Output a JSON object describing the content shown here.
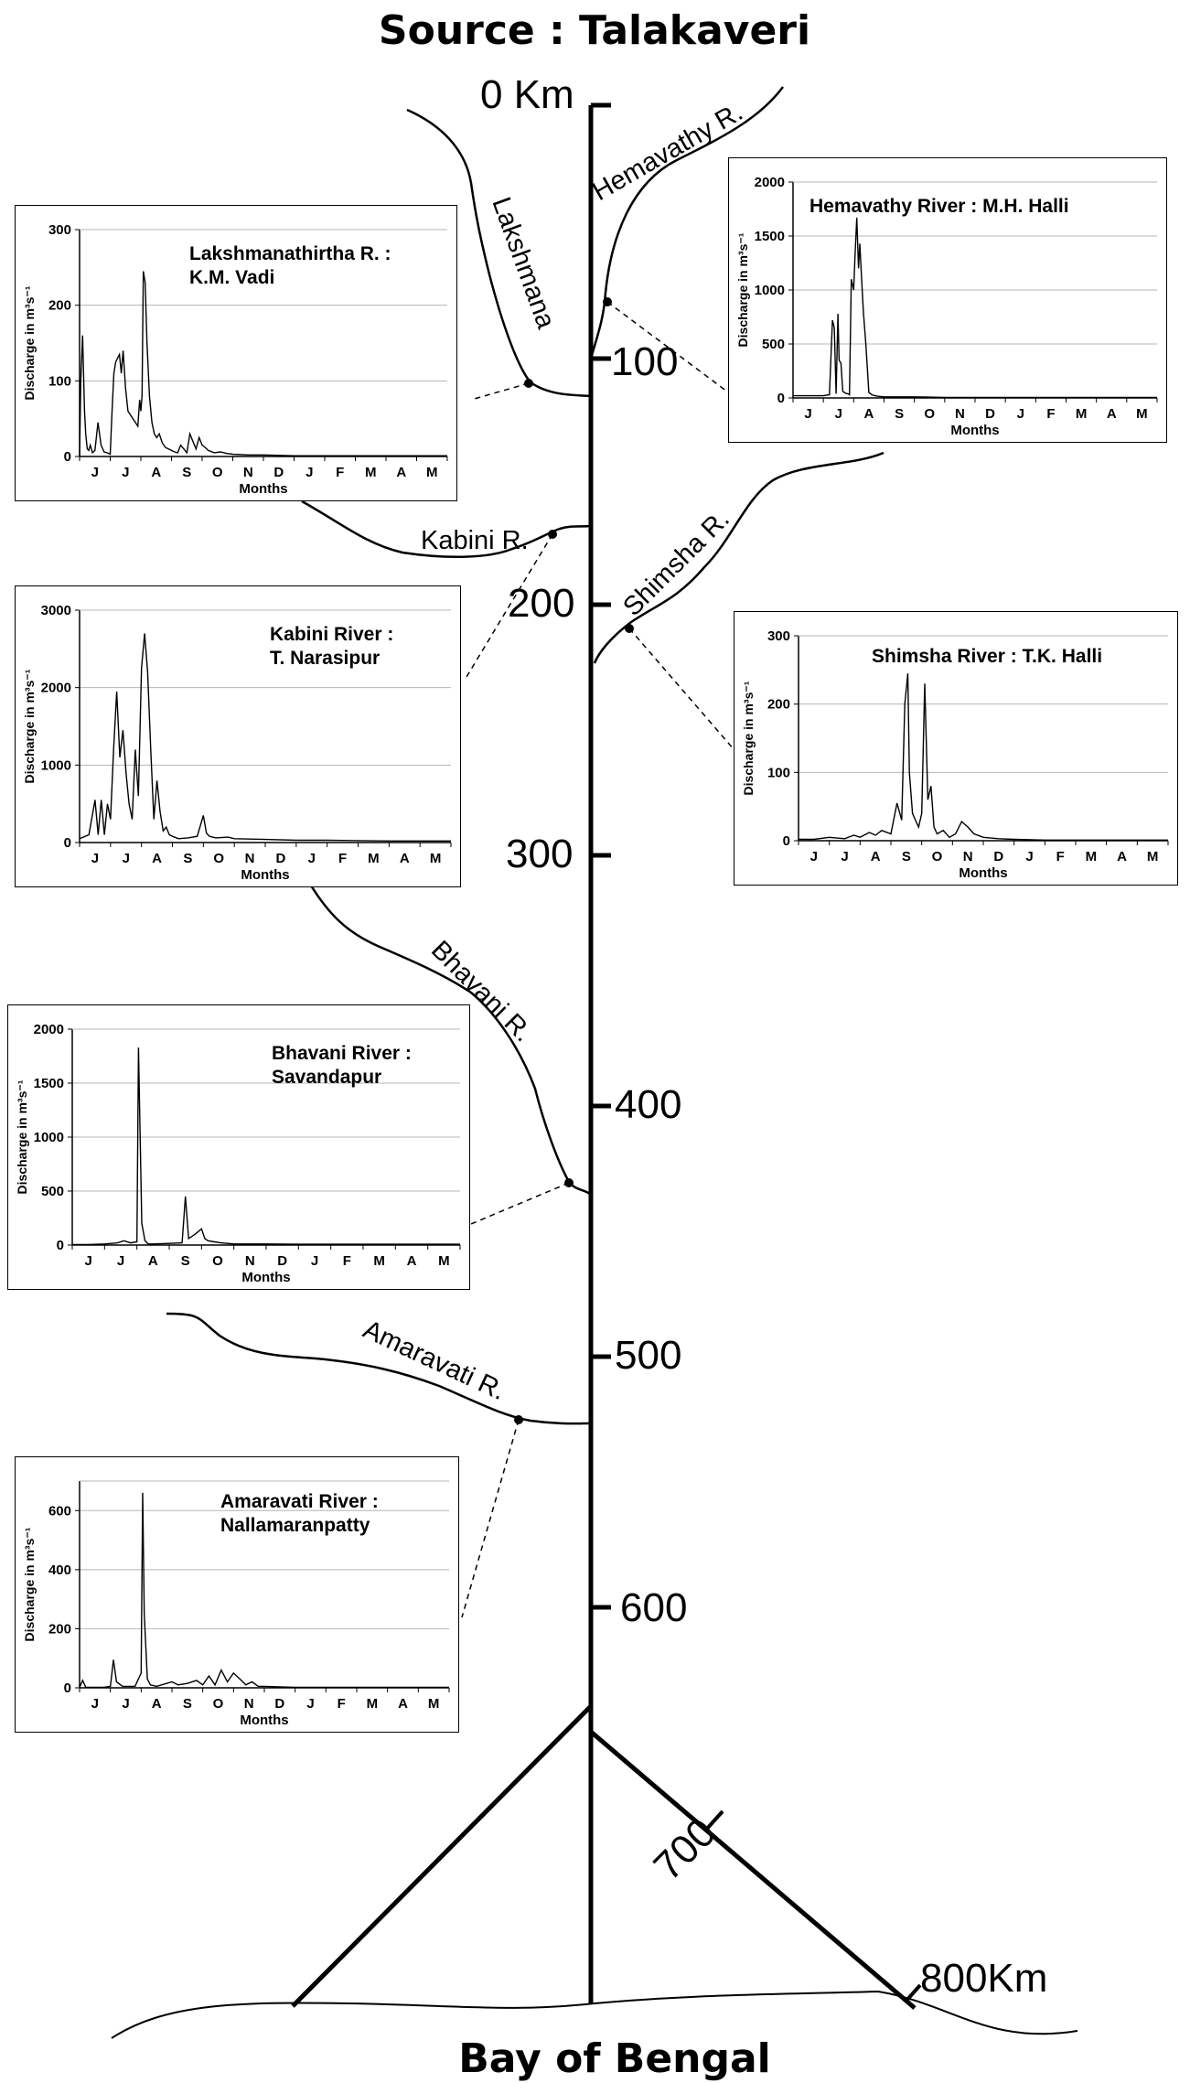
{
  "title": "Source : Talakaveri",
  "footer": "Bay of Bengal",
  "distance_labels": [
    "0 Km",
    "100",
    "200",
    "300",
    "400",
    "500",
    "600",
    "700",
    "800Km"
  ],
  "rivers": {
    "hemavathy": "Hemavathy R.",
    "lakshmana": "Lakshmana",
    "kabini": "Kabini R.",
    "shimsha": "Shimsha R.",
    "bhavani": "Bhavani R.",
    "amaravati": "Amaravati R."
  },
  "chart_data": [
    {
      "id": "lakshmana",
      "type": "line",
      "title": "Lakshmanathirtha R. :\nK.M. Vadi",
      "ylabel": "Discharge in m³s⁻¹",
      "xlabel": "Months",
      "categories": [
        "J",
        "J",
        "A",
        "S",
        "O",
        "N",
        "D",
        "J",
        "F",
        "M",
        "A",
        "M"
      ],
      "ylim": [
        0,
        300
      ],
      "yticks": [
        0,
        100,
        200,
        300
      ],
      "grid": true,
      "x": [
        0,
        0.04,
        0.1,
        0.16,
        0.2,
        0.25,
        0.3,
        0.35,
        0.42,
        0.5,
        0.6,
        0.7,
        0.8,
        0.9,
        1.0,
        1.06,
        1.12,
        1.18,
        1.24,
        1.3,
        1.36,
        1.42,
        1.5,
        1.58,
        1.66,
        1.74,
        1.82,
        1.9,
        1.96,
        2.0,
        2.04,
        2.08,
        2.14,
        2.2,
        2.28,
        2.36,
        2.44,
        2.52,
        2.6,
        2.7,
        2.8,
        2.9,
        3.0,
        3.1,
        3.2,
        3.3,
        3.4,
        3.5,
        3.6,
        3.7,
        3.8,
        3.9,
        4.0,
        4.1,
        4.2,
        4.4,
        4.6,
        4.8,
        5.0,
        5.5,
        6.0,
        7.0,
        8.0,
        9.0,
        10.0,
        11.0,
        12.0
      ],
      "values": [
        0,
        100,
        160,
        60,
        30,
        10,
        8,
        15,
        5,
        8,
        45,
        15,
        6,
        5,
        3,
        60,
        110,
        125,
        130,
        135,
        110,
        140,
        90,
        60,
        55,
        50,
        45,
        40,
        75,
        60,
        80,
        245,
        230,
        150,
        80,
        45,
        30,
        25,
        30,
        18,
        12,
        10,
        8,
        6,
        5,
        15,
        10,
        5,
        30,
        20,
        10,
        25,
        15,
        12,
        8,
        5,
        6,
        4,
        3,
        2,
        2,
        1,
        1,
        1,
        1,
        1,
        1
      ]
    },
    {
      "id": "hemavathy",
      "type": "line",
      "title": "Hemavathy River : M.H. Halli",
      "ylabel": "Discharge in m³s⁻¹",
      "xlabel": "Months",
      "categories": [
        "J",
        "J",
        "A",
        "S",
        "O",
        "N",
        "D",
        "J",
        "F",
        "M",
        "A",
        "M"
      ],
      "ylim": [
        0,
        2000
      ],
      "yticks": [
        0,
        500,
        1000,
        1500,
        2000
      ],
      "grid": true,
      "x": [
        0,
        0.5,
        1.0,
        1.2,
        1.3,
        1.36,
        1.42,
        1.48,
        1.52,
        1.58,
        1.64,
        1.7,
        1.76,
        1.8,
        1.86,
        1.92,
        2.0,
        2.04,
        2.1,
        2.16,
        2.2,
        2.26,
        2.32,
        2.4,
        2.5,
        2.6,
        2.7,
        2.8,
        3.0,
        3.5,
        4.0,
        5.0,
        6.0,
        7.0,
        8.0,
        9.0,
        10.0,
        11.0,
        12.0
      ],
      "values": [
        20,
        20,
        20,
        30,
        720,
        650,
        40,
        780,
        350,
        320,
        60,
        50,
        40,
        40,
        30,
        1100,
        1000,
        1300,
        1670,
        1200,
        1430,
        1100,
        800,
        500,
        50,
        30,
        20,
        15,
        10,
        10,
        10,
        5,
        5,
        5,
        5,
        5,
        5,
        5,
        5
      ]
    },
    {
      "id": "kabini",
      "type": "line",
      "title": "Kabini River :\nT. Narasipur",
      "ylabel": "Discharge in m³s⁻¹",
      "xlabel": "Months",
      "categories": [
        "J",
        "J",
        "A",
        "S",
        "O",
        "N",
        "D",
        "J",
        "F",
        "M",
        "A",
        "M"
      ],
      "ylim": [
        0,
        3000
      ],
      "yticks": [
        0,
        1000,
        2000,
        3000
      ],
      "grid": true,
      "x": [
        0,
        0.3,
        0.5,
        0.6,
        0.7,
        0.8,
        0.9,
        1.0,
        1.1,
        1.2,
        1.3,
        1.4,
        1.5,
        1.6,
        1.7,
        1.8,
        1.9,
        2.0,
        2.1,
        2.2,
        2.3,
        2.4,
        2.5,
        2.6,
        2.7,
        2.8,
        2.9,
        3.0,
        3.2,
        3.5,
        3.8,
        4.0,
        4.1,
        4.2,
        4.4,
        4.8,
        5.0,
        6.0,
        7.0,
        8.0,
        9.0,
        10.0,
        11.0,
        12.0
      ],
      "values": [
        50,
        100,
        550,
        100,
        550,
        100,
        500,
        300,
        1200,
        1950,
        1100,
        1450,
        900,
        500,
        300,
        1200,
        600,
        2250,
        2700,
        2200,
        1200,
        300,
        800,
        400,
        150,
        200,
        100,
        80,
        50,
        60,
        80,
        350,
        120,
        80,
        60,
        70,
        50,
        40,
        30,
        30,
        25,
        20,
        20,
        20
      ]
    },
    {
      "id": "shimsha",
      "type": "line",
      "title": "Shimsha River : T.K. Halli",
      "ylabel": "Discharge in m³s⁻¹",
      "xlabel": "Months",
      "categories": [
        "J",
        "J",
        "A",
        "S",
        "O",
        "N",
        "D",
        "J",
        "F",
        "M",
        "A",
        "M"
      ],
      "ylim": [
        0,
        300
      ],
      "yticks": [
        0,
        100,
        200,
        300
      ],
      "grid": true,
      "x": [
        0,
        0.5,
        1.0,
        1.5,
        1.8,
        2.0,
        2.3,
        2.5,
        2.7,
        3.0,
        3.2,
        3.35,
        3.45,
        3.55,
        3.6,
        3.7,
        3.8,
        3.9,
        4.0,
        4.1,
        4.2,
        4.3,
        4.4,
        4.5,
        4.7,
        4.9,
        5.1,
        5.3,
        5.5,
        5.7,
        6.0,
        6.5,
        7.0,
        8.0,
        9.0,
        10.0,
        11.0,
        12.0
      ],
      "values": [
        2,
        2,
        5,
        3,
        8,
        5,
        12,
        8,
        15,
        10,
        55,
        30,
        200,
        245,
        100,
        40,
        30,
        20,
        40,
        230,
        60,
        80,
        20,
        10,
        15,
        5,
        10,
        28,
        20,
        10,
        5,
        3,
        2,
        1,
        1,
        1,
        1,
        1
      ]
    },
    {
      "id": "bhavani",
      "type": "line",
      "title": "Bhavani River :\nSavandapur",
      "ylabel": "Discharge in m³s⁻¹",
      "xlabel": "Months",
      "categories": [
        "J",
        "J",
        "A",
        "S",
        "O",
        "N",
        "D",
        "J",
        "F",
        "M",
        "A",
        "M"
      ],
      "ylim": [
        0,
        2000
      ],
      "yticks": [
        0,
        500,
        1000,
        1500,
        2000
      ],
      "grid": true,
      "x": [
        0,
        0.5,
        1.0,
        1.4,
        1.6,
        1.8,
        2.0,
        2.05,
        2.15,
        2.25,
        2.35,
        2.5,
        3.0,
        3.4,
        3.5,
        3.6,
        3.8,
        4.0,
        4.1,
        4.2,
        4.4,
        4.6,
        4.8,
        5.0,
        6.0,
        7.0,
        8.0,
        9.0,
        10.0,
        11.0,
        12.0
      ],
      "values": [
        5,
        5,
        10,
        20,
        40,
        20,
        30,
        1830,
        200,
        40,
        10,
        10,
        15,
        20,
        450,
        60,
        100,
        150,
        60,
        40,
        30,
        20,
        15,
        10,
        10,
        8,
        8,
        8,
        8,
        8,
        8
      ]
    },
    {
      "id": "amaravati",
      "type": "line",
      "title": "Amaravati River :\nNallamaranpatty",
      "ylabel": "Discharge in m³s⁻¹",
      "xlabel": "Months",
      "categories": [
        "J",
        "J",
        "A",
        "S",
        "O",
        "N",
        "D",
        "J",
        "F",
        "M",
        "A",
        "M"
      ],
      "ylim": [
        0,
        700
      ],
      "yticks": [
        0,
        200,
        400,
        600
      ],
      "grid": true,
      "x": [
        0,
        0.1,
        0.2,
        0.4,
        0.8,
        1.0,
        1.1,
        1.2,
        1.4,
        1.6,
        1.8,
        2.0,
        2.05,
        2.1,
        2.2,
        2.3,
        2.5,
        3.0,
        3.2,
        3.5,
        3.8,
        4.0,
        4.2,
        4.4,
        4.6,
        4.8,
        5.0,
        5.2,
        5.4,
        5.6,
        5.8,
        6.0,
        6.5,
        7.0,
        8.0,
        9.0,
        10.0,
        11.0,
        12.0
      ],
      "values": [
        2,
        25,
        2,
        2,
        2,
        5,
        95,
        20,
        5,
        5,
        5,
        50,
        660,
        250,
        30,
        10,
        5,
        20,
        10,
        15,
        25,
        10,
        40,
        10,
        60,
        20,
        50,
        30,
        10,
        20,
        5,
        5,
        3,
        2,
        2,
        2,
        2,
        2,
        2
      ]
    }
  ]
}
